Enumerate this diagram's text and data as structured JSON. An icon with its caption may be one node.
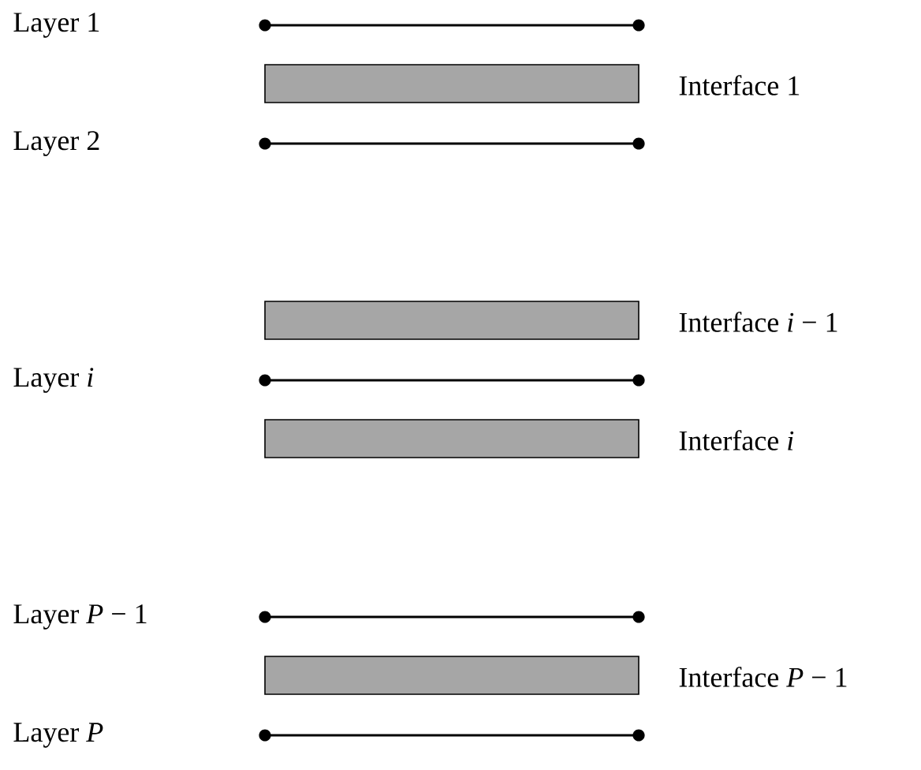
{
  "diagram": {
    "nodes": [
      {
        "text": [
          "Layer 1"
        ]
      },
      {
        "text": [
          "Interface 1"
        ]
      },
      {
        "text": [
          "Layer 2"
        ]
      },
      {
        "text": [
          "Interface *i* − 1"
        ]
      },
      {
        "text": [
          "Layer *i*"
        ]
      },
      {
        "text": [
          "Interface *i*"
        ]
      },
      {
        "text": [
          "Layer *P* − 1"
        ]
      },
      {
        "text": [
          "Interface *P* − 1"
        ]
      },
      {
        "text": [
          "Layer *P*"
        ]
      }
    ]
  }
}
